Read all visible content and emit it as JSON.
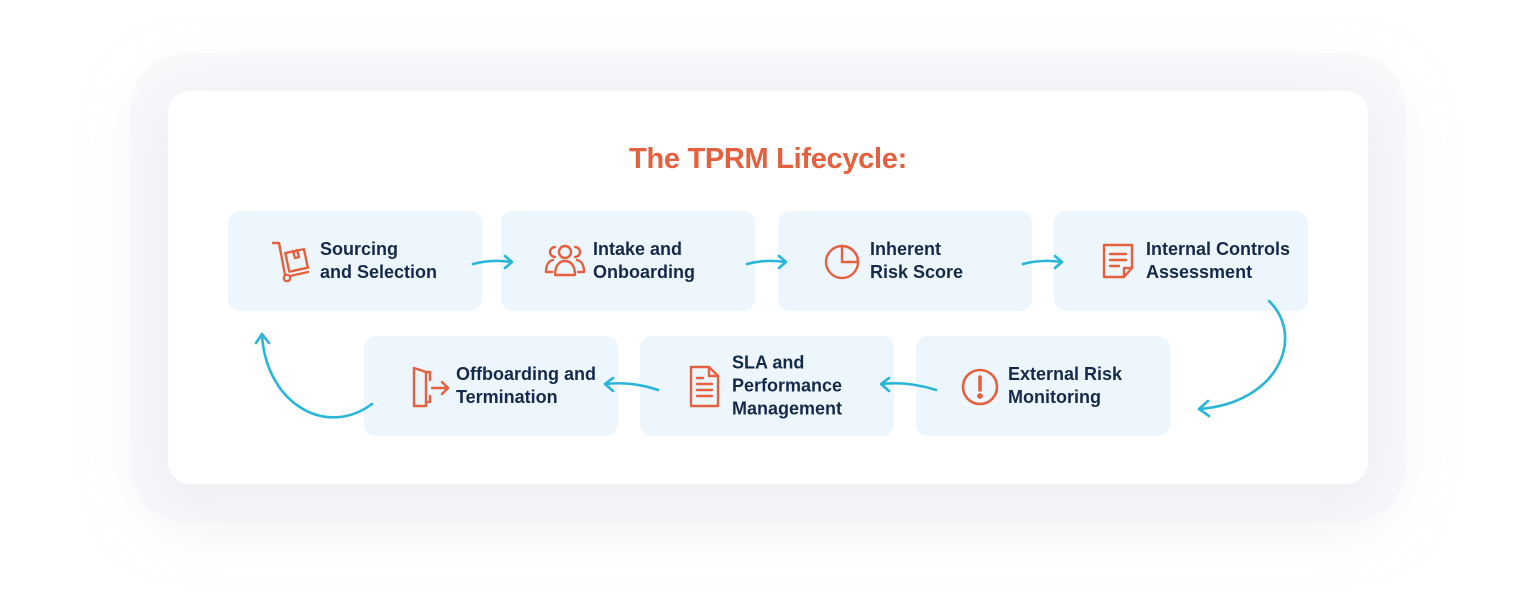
{
  "title": "The TPRM Lifecycle:",
  "colors": {
    "accent": "#e5603f",
    "arrow": "#27b5d8",
    "text": "#142a4a",
    "box": "#eef6fd"
  },
  "steps": [
    {
      "icon": "hand-truck-box-icon",
      "lines": [
        "Sourcing",
        "and Selection"
      ]
    },
    {
      "icon": "people-group-icon",
      "lines": [
        "Intake and",
        "Onboarding"
      ]
    },
    {
      "icon": "pie-chart-icon",
      "lines": [
        "Inherent",
        "Risk Score"
      ]
    },
    {
      "icon": "document-list-icon",
      "lines": [
        "Internal Controls",
        "Assessment"
      ]
    },
    {
      "icon": "alert-circle-icon",
      "lines": [
        "External Risk",
        "Monitoring"
      ]
    },
    {
      "icon": "document-lines-icon",
      "lines": [
        "SLA and",
        "Performance",
        "Management"
      ]
    },
    {
      "icon": "exit-door-icon",
      "lines": [
        "Offboarding and",
        "Termination"
      ]
    }
  ]
}
